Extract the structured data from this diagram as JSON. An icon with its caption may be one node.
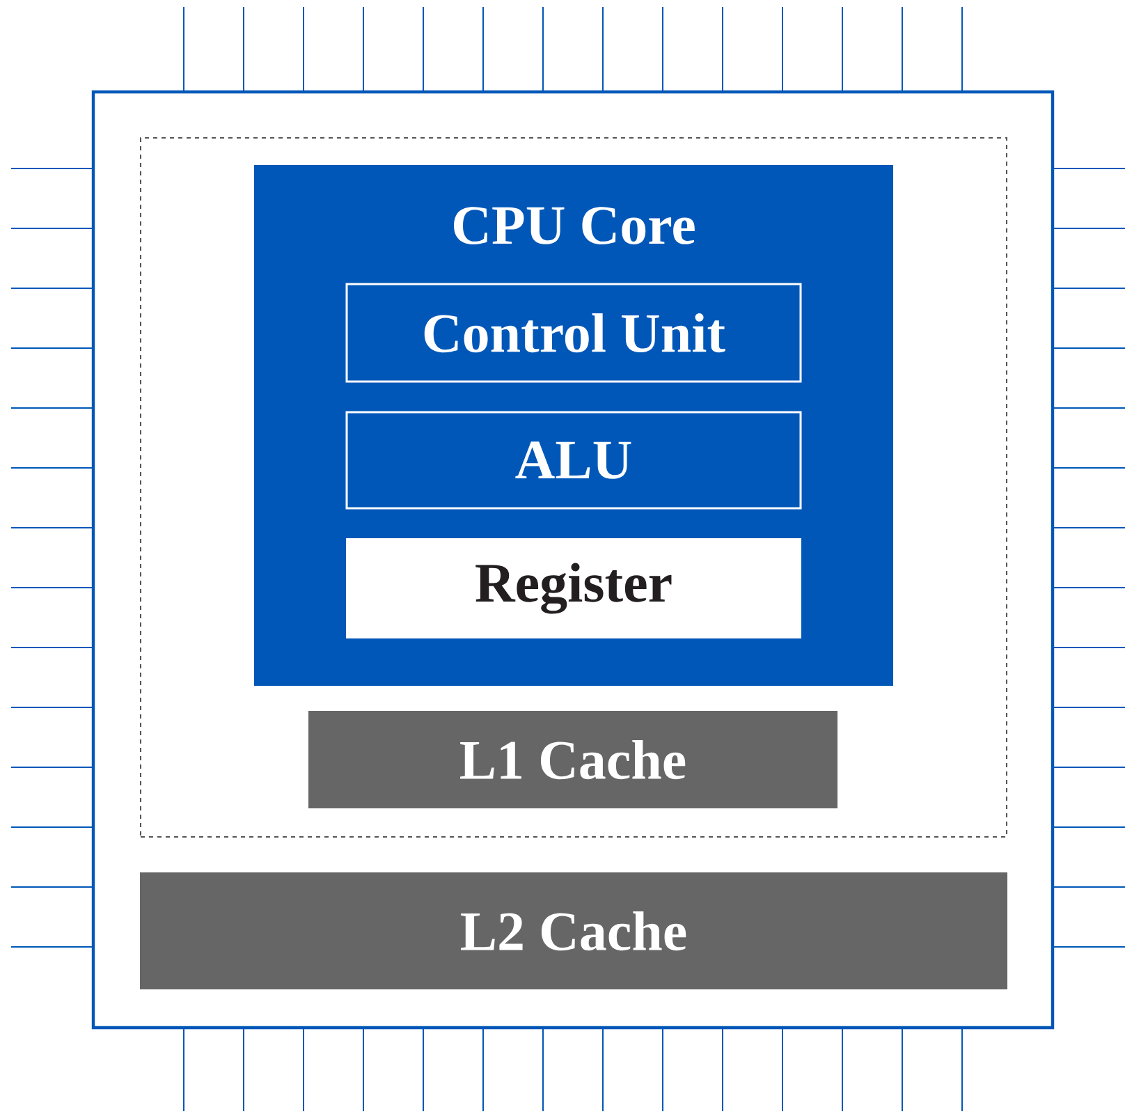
{
  "diagram": {
    "nodes": [
      {
        "text": [],
        "shape": "box"
      },
      {
        "text": [],
        "shape": "box",
        "in": 0
      },
      {
        "text": [
          "CPU Core"
        ],
        "in": 1
      },
      {
        "text": [
          "Control Unit"
        ],
        "in": 2
      },
      {
        "text": [
          "ALU"
        ],
        "in": 2
      },
      {
        "text": [
          "Register"
        ],
        "in": 2
      },
      {
        "text": [
          "L1 Cache"
        ],
        "in": 1
      },
      {
        "text": [
          "L2 Cache"
        ],
        "in": 0
      }
    ]
  }
}
